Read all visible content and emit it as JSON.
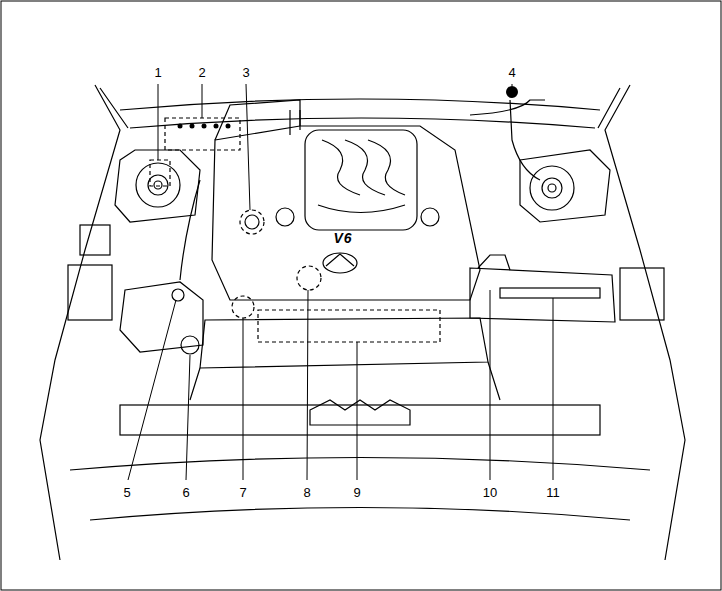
{
  "diagram": {
    "labels": [
      "1",
      "2",
      "3",
      "4",
      "5",
      "6",
      "7",
      "8",
      "9",
      "10",
      "11",
      "V6"
    ]
  }
}
